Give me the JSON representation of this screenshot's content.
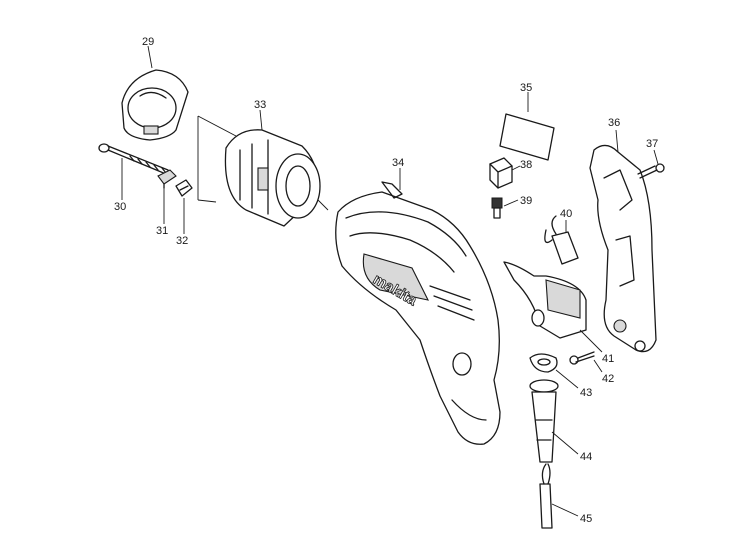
{
  "brand_text": "makita",
  "callouts": [
    {
      "id": "29",
      "label": "29"
    },
    {
      "id": "30",
      "label": "30"
    },
    {
      "id": "31",
      "label": "31"
    },
    {
      "id": "32",
      "label": "32"
    },
    {
      "id": "33",
      "label": "33"
    },
    {
      "id": "34",
      "label": "34"
    },
    {
      "id": "35",
      "label": "35"
    },
    {
      "id": "36",
      "label": "36"
    },
    {
      "id": "37",
      "label": "37"
    },
    {
      "id": "38",
      "label": "38"
    },
    {
      "id": "39",
      "label": "39"
    },
    {
      "id": "40",
      "label": "40"
    },
    {
      "id": "41",
      "label": "41"
    },
    {
      "id": "42",
      "label": "42"
    },
    {
      "id": "43",
      "label": "43"
    },
    {
      "id": "44",
      "label": "44"
    },
    {
      "id": "45",
      "label": "45"
    }
  ]
}
